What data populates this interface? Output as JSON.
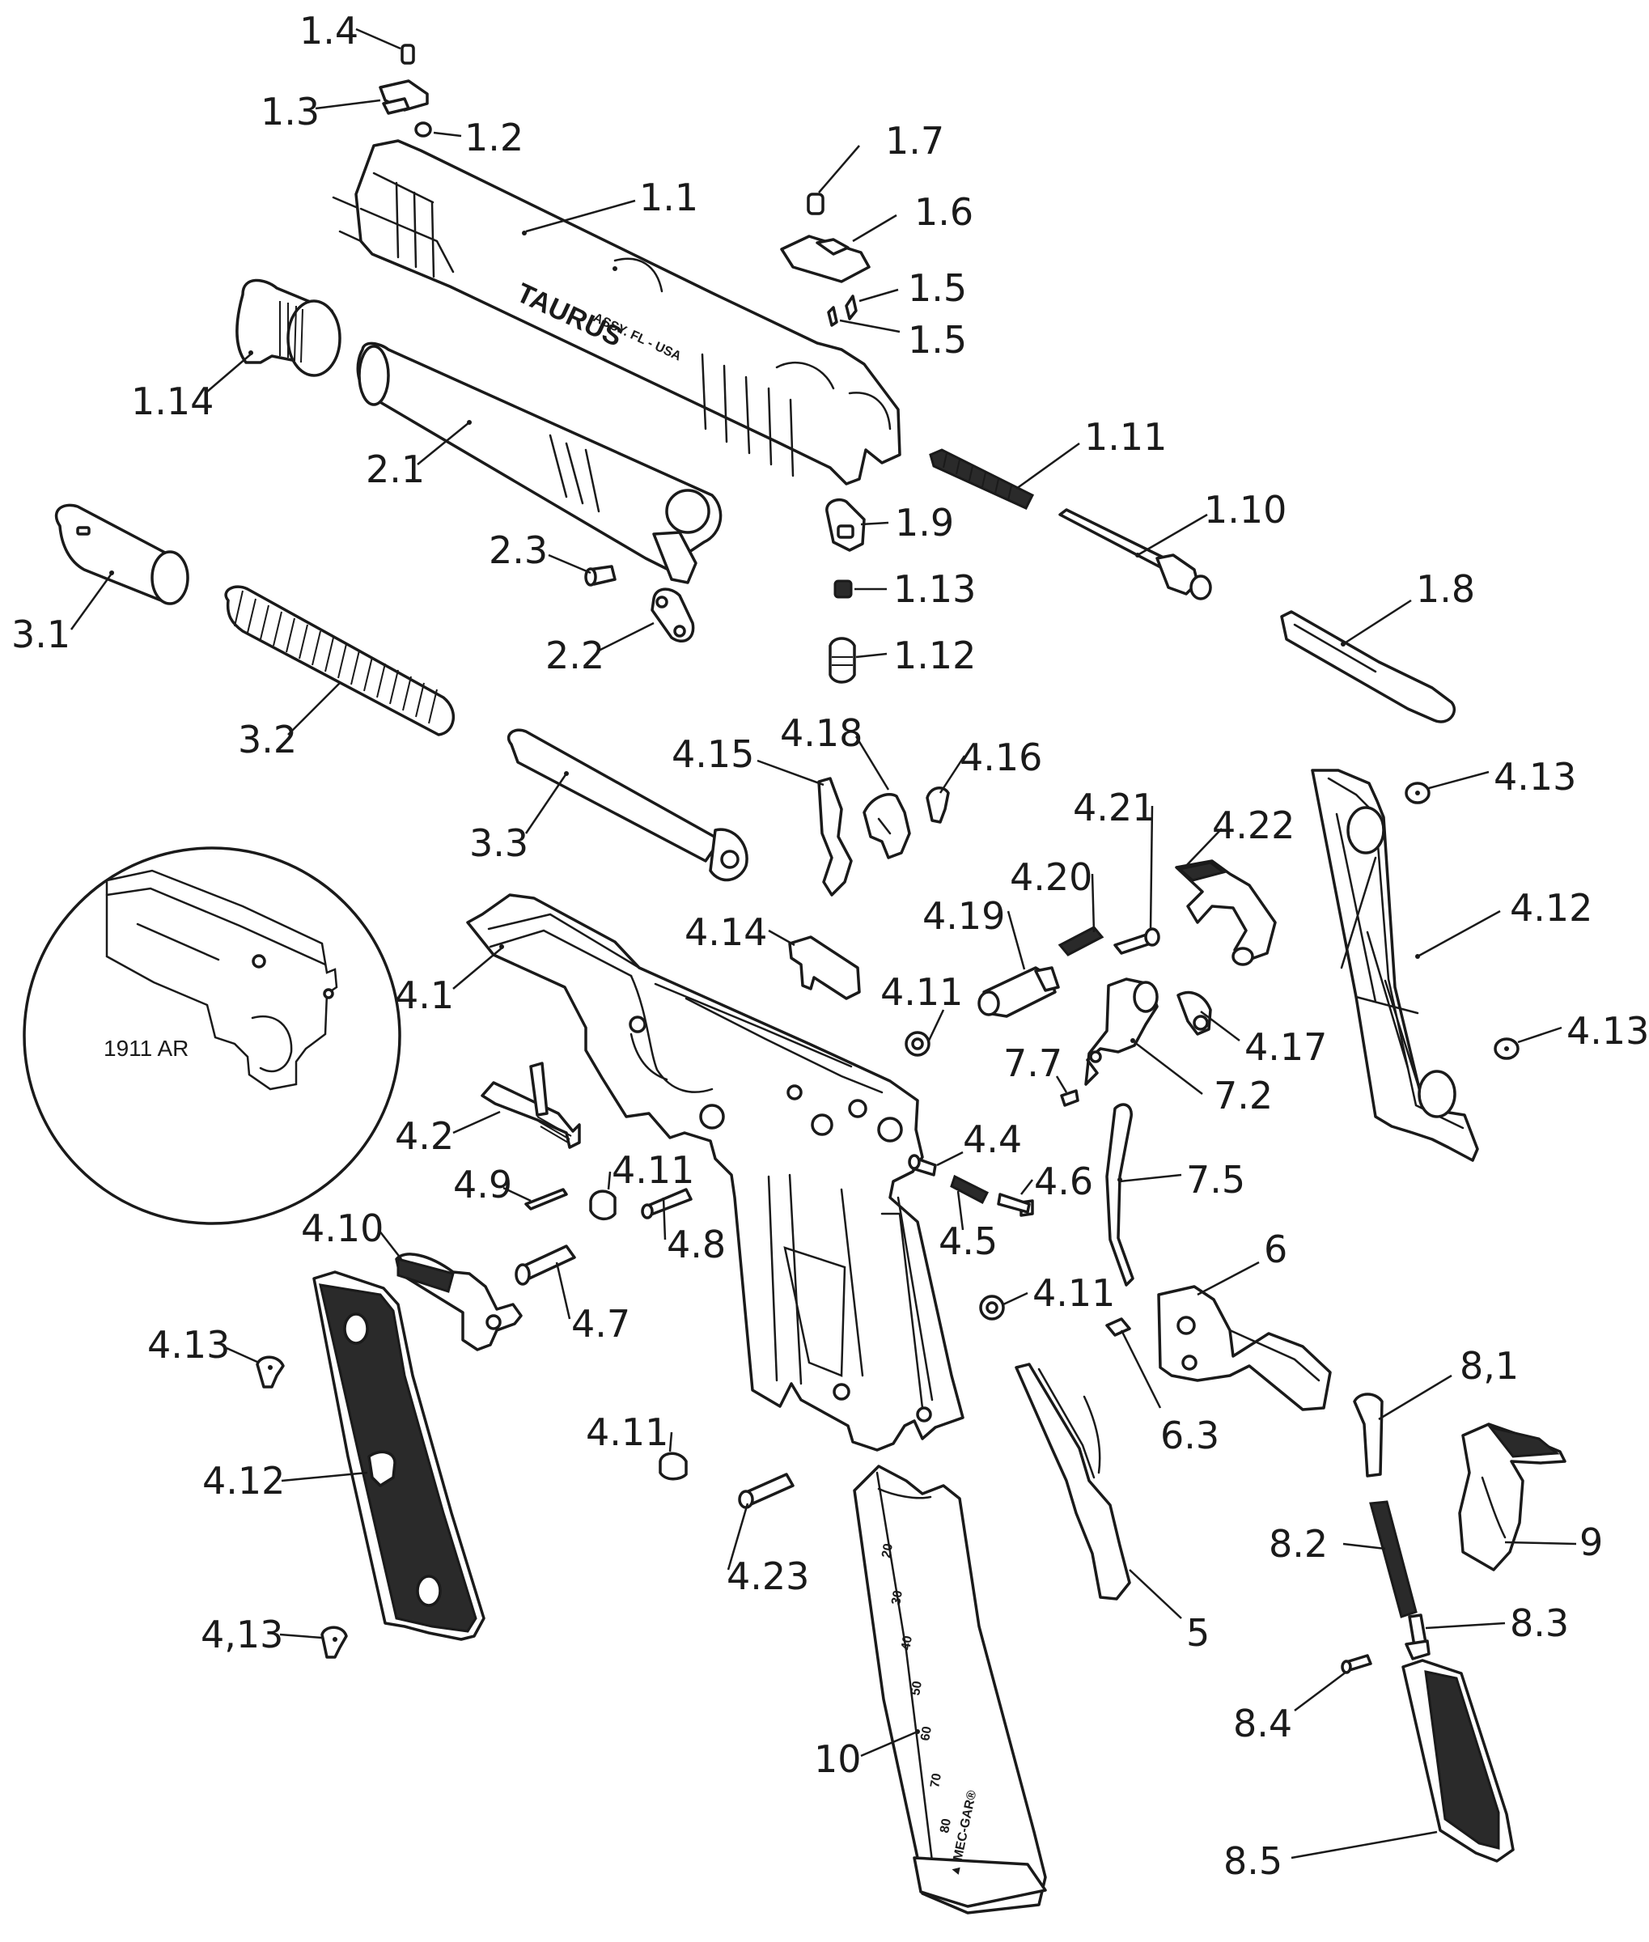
{
  "callouts": {
    "c1_4": "1.4",
    "c1_3": "1.3",
    "c1_2": "1.2",
    "c1_1": "1.1",
    "c1_7": "1.7",
    "c1_6": "1.6",
    "c1_5a": "1.5",
    "c1_5b": "1.5",
    "c1_14": "1.14",
    "c2_1": "2.1",
    "c1_11": "1.11",
    "c1_9": "1.9",
    "c1_10": "1.10",
    "c2_3": "2.3",
    "c1_13": "1.13",
    "c1_8": "1.8",
    "c3_1": "3.1",
    "c2_2": "2.2",
    "c1_12": "1.12",
    "c3_2": "3.2",
    "c4_15": "4.15",
    "c4_18": "4.18",
    "c4_16": "4.16",
    "c4_13a": "4.13",
    "c4_21": "4.21",
    "c4_22": "4.22",
    "c3_3": "3.3",
    "c4_20": "4.20",
    "c4_12a": "4.12",
    "c4_19": "4.19",
    "c4_14": "4.14",
    "c4_1": "4.1",
    "c4_11a": "4.11",
    "c4_17": "4.17",
    "c4_13b": "4.13",
    "c7_7": "7.7",
    "c7_2": "7.2",
    "c4_2": "4.2",
    "c4_4": "4.4",
    "c4_11b": "4.11",
    "c4_9": "4.9",
    "c4_6": "4.6",
    "c7_5": "7.5",
    "c4_5": "4.5",
    "c4_8": "4.8",
    "c4_10": "4.10",
    "c6": "6",
    "c4_11c": "4.11",
    "c4_7": "4.7",
    "c8_1": "8,1",
    "c4_13c": "4.13",
    "c4_12b": "4.12",
    "c4_11d": "4.11",
    "c6_3": "6.3",
    "c9": "9",
    "c8_2": "8.2",
    "c4_23": "4.23",
    "c8_3": "8.3",
    "c4_13d": "4,13",
    "c5": "5",
    "c8_4": "8.4",
    "c10": "10",
    "c8_5": "8.5"
  },
  "inset": {
    "caption": "1911 AR"
  },
  "slide_marking": {
    "brand": "TAURUS",
    "model_line": "ASSY. FL - USA"
  },
  "magazine_marks": [
    "20",
    "30",
    "40",
    "50",
    "60",
    "70",
    "80"
  ],
  "magazine_brand": "▲ MEC-GAR®"
}
